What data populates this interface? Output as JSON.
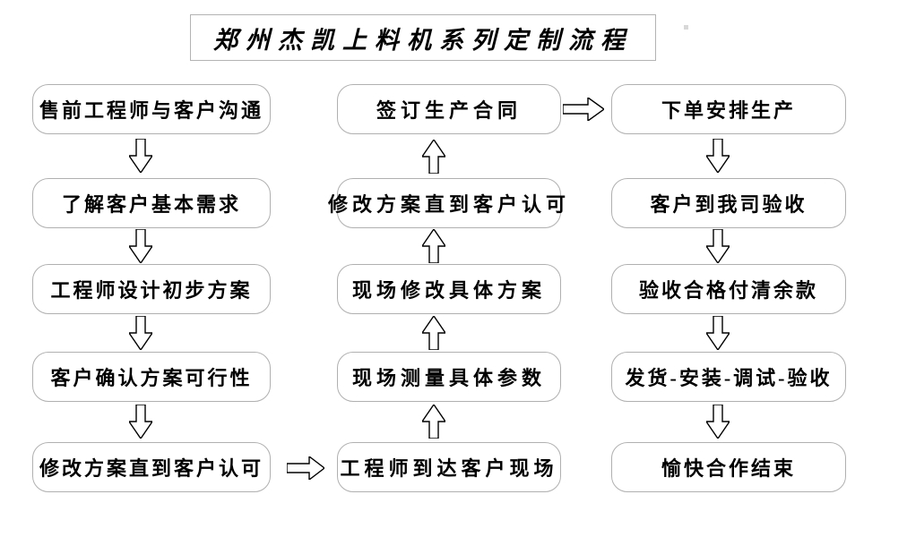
{
  "title": "郑州杰凯上料机系列定制流程",
  "flow": {
    "left": [
      "售前工程师与客户沟通",
      "了解客户基本需求",
      "工程师设计初步方案",
      "客户确认方案可行性",
      "修改方案直到客户认可"
    ],
    "middle": [
      "签订生产合同",
      "修改方案直到客户认可",
      "现场修改具体方案",
      "现场测量具体参数",
      "工程师到达客户现场"
    ],
    "right": [
      "下单安排生产",
      "客户到我司验收",
      "验收合格付清余款",
      "发货-安装-调试-验收",
      "愉快合作结束"
    ],
    "connections": [
      {
        "from": "left-1",
        "to": "left-2",
        "arrow": "down"
      },
      {
        "from": "left-2",
        "to": "left-3",
        "arrow": "down"
      },
      {
        "from": "left-3",
        "to": "left-4",
        "arrow": "down"
      },
      {
        "from": "left-4",
        "to": "left-5",
        "arrow": "down"
      },
      {
        "from": "left-5",
        "to": "middle-5",
        "arrow": "right"
      },
      {
        "from": "middle-5",
        "to": "middle-4",
        "arrow": "up"
      },
      {
        "from": "middle-4",
        "to": "middle-3",
        "arrow": "up"
      },
      {
        "from": "middle-3",
        "to": "middle-2",
        "arrow": "up"
      },
      {
        "from": "middle-2",
        "to": "middle-1",
        "arrow": "up"
      },
      {
        "from": "middle-1",
        "to": "right-1",
        "arrow": "right"
      },
      {
        "from": "right-1",
        "to": "right-2",
        "arrow": "down"
      },
      {
        "from": "right-2",
        "to": "right-3",
        "arrow": "down"
      },
      {
        "from": "right-3",
        "to": "right-4",
        "arrow": "down"
      },
      {
        "from": "right-4",
        "to": "right-5",
        "arrow": "down"
      }
    ]
  },
  "colors": {
    "background": "#ffffff",
    "box_border": "#b0b0b0",
    "title_border": "#b3b3b3",
    "text": "#000000",
    "arrow_outline": "#000000",
    "arrow_fill": "#ffffff"
  }
}
